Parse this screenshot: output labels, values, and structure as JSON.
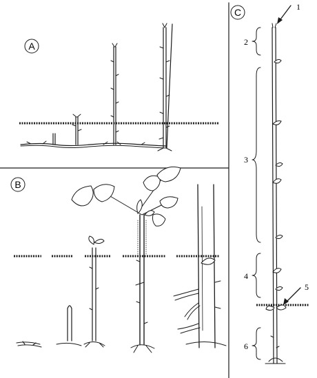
{
  "panels": {
    "a": {
      "label": "A"
    },
    "b": {
      "label": "B"
    },
    "c": {
      "label": "C"
    }
  },
  "annotations": [
    "1",
    "2",
    "3",
    "4",
    "5",
    "6"
  ]
}
